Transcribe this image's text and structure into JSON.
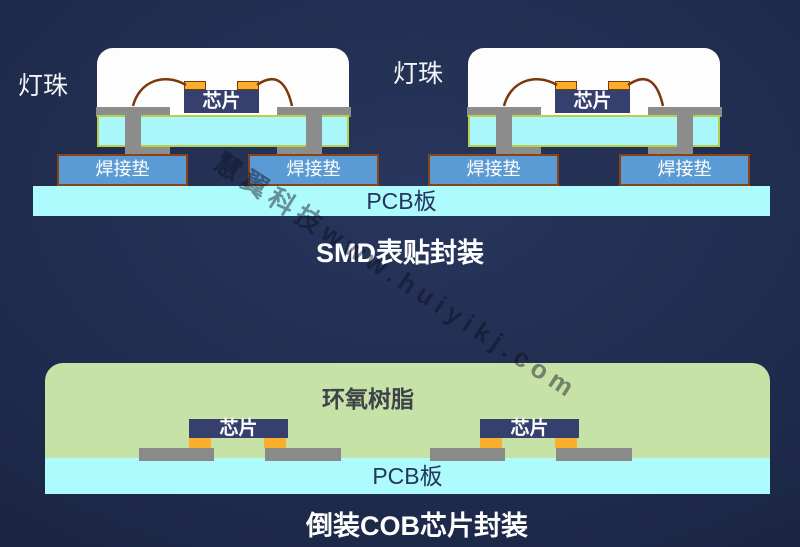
{
  "watermark": {
    "text": "慧翼科技www.huiyikj.com"
  },
  "colors": {
    "background_center": "#28365c",
    "background_edge": "#131d38",
    "pcb_cyan": "#aefbfd",
    "package_body_cyan": "#a9f6fb",
    "body_outline_green": "#b9cf4a",
    "lens_white": "#fdfdfd",
    "electrode_gray": "#8d8d8d",
    "chip_navy": "#36406e",
    "chip_pad_orange": "#fbb02d",
    "bond_wire_brown": "#7b380c",
    "solder_pad_blue": "#5b9bd5",
    "solder_pad_border_brown": "#8a4413",
    "epoxy_green": "#c6e2a7",
    "pcb_text_navy": "#25355e",
    "epoxy_text_gray": "#3d4349",
    "title_white": "#ffffff"
  },
  "smd": {
    "led_label": "灯珠",
    "chip_label": "芯片",
    "solder_pad_label": "焊接垫",
    "pcb_label": "PCB板",
    "title": "SMD表贴封装"
  },
  "cob": {
    "epoxy_label": "环氧树脂",
    "chip_label": "芯片",
    "pcb_label": "PCB板",
    "title": "倒装COB芯片封装"
  }
}
